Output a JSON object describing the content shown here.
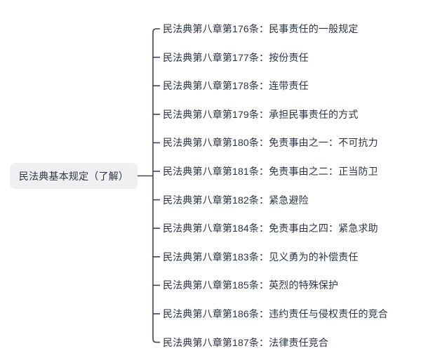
{
  "diagram": {
    "type": "mindmap",
    "orientation": "left-to-right",
    "background_color": "#ffffff",
    "text_color": "#2c3345",
    "line_color": "#3d4455",
    "root": {
      "label": "民法典基本规定（了解）",
      "background_color": "#f0f0f2"
    },
    "branches": [
      {
        "label": "民法典第八章第176条：民事责任的一般规定"
      },
      {
        "label": "民法典第八章第177条：按份责任"
      },
      {
        "label": "民法典第八章第178条：连带责任"
      },
      {
        "label": "民法典第八章第179条：承担民事责任的方式"
      },
      {
        "label": "民法典第八章第180条：免责事由之一：不可抗力"
      },
      {
        "label": "民法典第八章第181条：免责事由之二：正当防卫"
      },
      {
        "label": "民法典第八章第182条：紧急避险"
      },
      {
        "label": "民法典第八章第184条：免责事由之四：紧急求助"
      },
      {
        "label": "民法典第八章第183条：见义勇为的补偿责任"
      },
      {
        "label": "民法典第八章第185条：英烈的特殊保护"
      },
      {
        "label": "民法典第八章第186条：违约责任与侵权责任的竞合"
      },
      {
        "label": "民法典第八章第187条：法律责任竞合"
      }
    ]
  }
}
